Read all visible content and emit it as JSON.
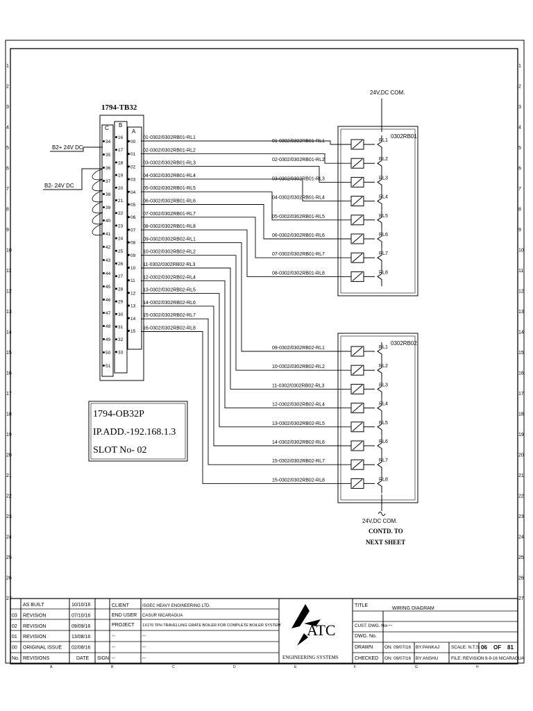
{
  "module_tb": {
    "title": "1794-TB32",
    "col_c": "C",
    "col_b": "B",
    "col_a": "A",
    "c_terms": [
      "34",
      "35",
      "36",
      "37",
      "38",
      "39",
      "40",
      "41",
      "42",
      "43",
      "44",
      "45",
      "46",
      "47",
      "48",
      "49",
      "50",
      "51"
    ],
    "b_terms": [
      "16",
      "17",
      "18",
      "19",
      "20",
      "21",
      "22",
      "23",
      "24",
      "25",
      "26",
      "27",
      "28",
      "29",
      "30",
      "31",
      "32",
      "33"
    ],
    "a_terms": [
      "00",
      "01",
      "02",
      "03",
      "04",
      "05",
      "06",
      "07",
      "08",
      "09",
      "10",
      "11",
      "12",
      "13",
      "14",
      "15"
    ],
    "supply_pos": "B2+ 24V DC",
    "supply_neg": "B2- 24V DC"
  },
  "module_info": {
    "line1": "1794-OB32P",
    "line2": "IP.ADD.-192.168.1.3",
    "line3": "SLOT No- 02"
  },
  "left_wires": [
    "01-0302/0302RB01-RL1",
    "02-0302/0302RB01-RL2",
    "03-0302/0302RB01-RL3",
    "04-0302/0302RB01-RL4",
    "05-0302/0302RB01-RL5",
    "06-0302/0302RB01-RL6",
    "07-0302/0302RB01-RL7",
    "08-0302/0302RB01-RL8",
    "09-0302/0302RB02-RL1",
    "10-0302/0302RB02-RL2",
    "11-0302/0302RB02-RL3",
    "12-0302/0302RB02-RL4",
    "13-0302/0302RB02-RL5",
    "14-0302/0302RB02-RL6",
    "15-0302/0302RB02-RL7",
    "16-0302/0302RB02-RL8"
  ],
  "rb01": {
    "name": "0302RB01",
    "com_top": "24V,DC COM.",
    "wires": [
      "01-0302/0302RB01-RL1",
      "02-0302/0302RB01-RL2",
      "03-0302/0302RB01-RL3",
      "04-0302/0302RB01-RL4",
      "05-0302/0302RB01-RL5",
      "06-0302/0302RB01-RL6",
      "07-0302/0302RB01-RL7",
      "08-0302/0302RB01-RL8"
    ],
    "relays": [
      "RL1",
      "RL2",
      "RL3",
      "RL4",
      "RL5",
      "RL6",
      "RL7",
      "RL8"
    ]
  },
  "rb02": {
    "name": "0302RB02",
    "wires": [
      "09-0302/0302RB02-RL1",
      "10-0302/0302RB02-RL2",
      "11-0302/0302RB02-RL3",
      "12-0302/0302RB02-RL4",
      "13-0302/0302RB02-RL5",
      "14-0302/0302RB02-RL6",
      "15-0302/0302RB02-RL7",
      "15-0302/0302RB02-RL8"
    ],
    "relays": [
      "RL1",
      "RL2",
      "RL3",
      "RL4",
      "RL5",
      "RL6",
      "RL7",
      "RL8"
    ],
    "com_bottom": "24V,DC COM.",
    "contd1": "CONTD. TO",
    "contd2": "NEXT SHEET"
  },
  "border": {
    "rows": [
      "1",
      "2",
      "3",
      "4",
      "5",
      "6",
      "7",
      "8",
      "9",
      "10",
      "11",
      "12",
      "13",
      "14",
      "15",
      "16",
      "17",
      "18",
      "19",
      "20",
      "21",
      "22",
      "23",
      "24",
      "25",
      "26",
      "27"
    ],
    "cols": [
      "A",
      "B",
      "C",
      "D",
      "E",
      "F",
      "G",
      "H"
    ]
  },
  "title_block": {
    "revisions": [
      {
        "no": "",
        "desc": "AS BUILT",
        "date": "10/10/16"
      },
      {
        "no": "03",
        "desc": "REVISION",
        "date": "07/10/16"
      },
      {
        "no": "02",
        "desc": "REVISION",
        "date": "09/09/16"
      },
      {
        "no": "01",
        "desc": "REVISION",
        "date": "13/08/16"
      },
      {
        "no": "00",
        "desc": "ORIGINAL ISSUE",
        "date": "02/08/16"
      }
    ],
    "rev_hdr_no": "No.",
    "rev_hdr_desc": "REVISIONS",
    "rev_hdr_date": "DATE",
    "rev_hdr_sign": "SIGN",
    "client_lbl": "CLIENT",
    "client_val": "ISGEC HEAVY ENGINEERING LTD.",
    "enduser_lbl": "END USER",
    "enduser_val": "CASUR NICARAGUA",
    "project_lbl": "PROJECT",
    "project_val": "1X170 TPH TRAVELLING GRATE BOILER FOR COMPLETE BOILER SYSTEM",
    "dash": "--",
    "logo_text": "ATC",
    "logo_sub": "ENGINEERING SYSTEMS",
    "title_lbl": "TITLE",
    "title_val": "WIRING DIAGRAM",
    "custdwg_lbl": "CUST. DWG. No.",
    "custdwg_val": "----",
    "dwg_lbl": "DWG. No.",
    "drawn_lbl": "DRAWN",
    "drawn_on": "ON: 09/07/16",
    "drawn_by": "BY:PANKAJ",
    "checked_lbl": "CHECKED",
    "checked_on": "ON: 09/07/16",
    "checked_by": "BY:ANSHU",
    "scale": "SCALE: N.T.S.",
    "sheet": "06",
    "of": "OF",
    "total": "81",
    "file": "FILE: REVISION",
    "file_val": "9-9-16 NICARAGUA"
  }
}
